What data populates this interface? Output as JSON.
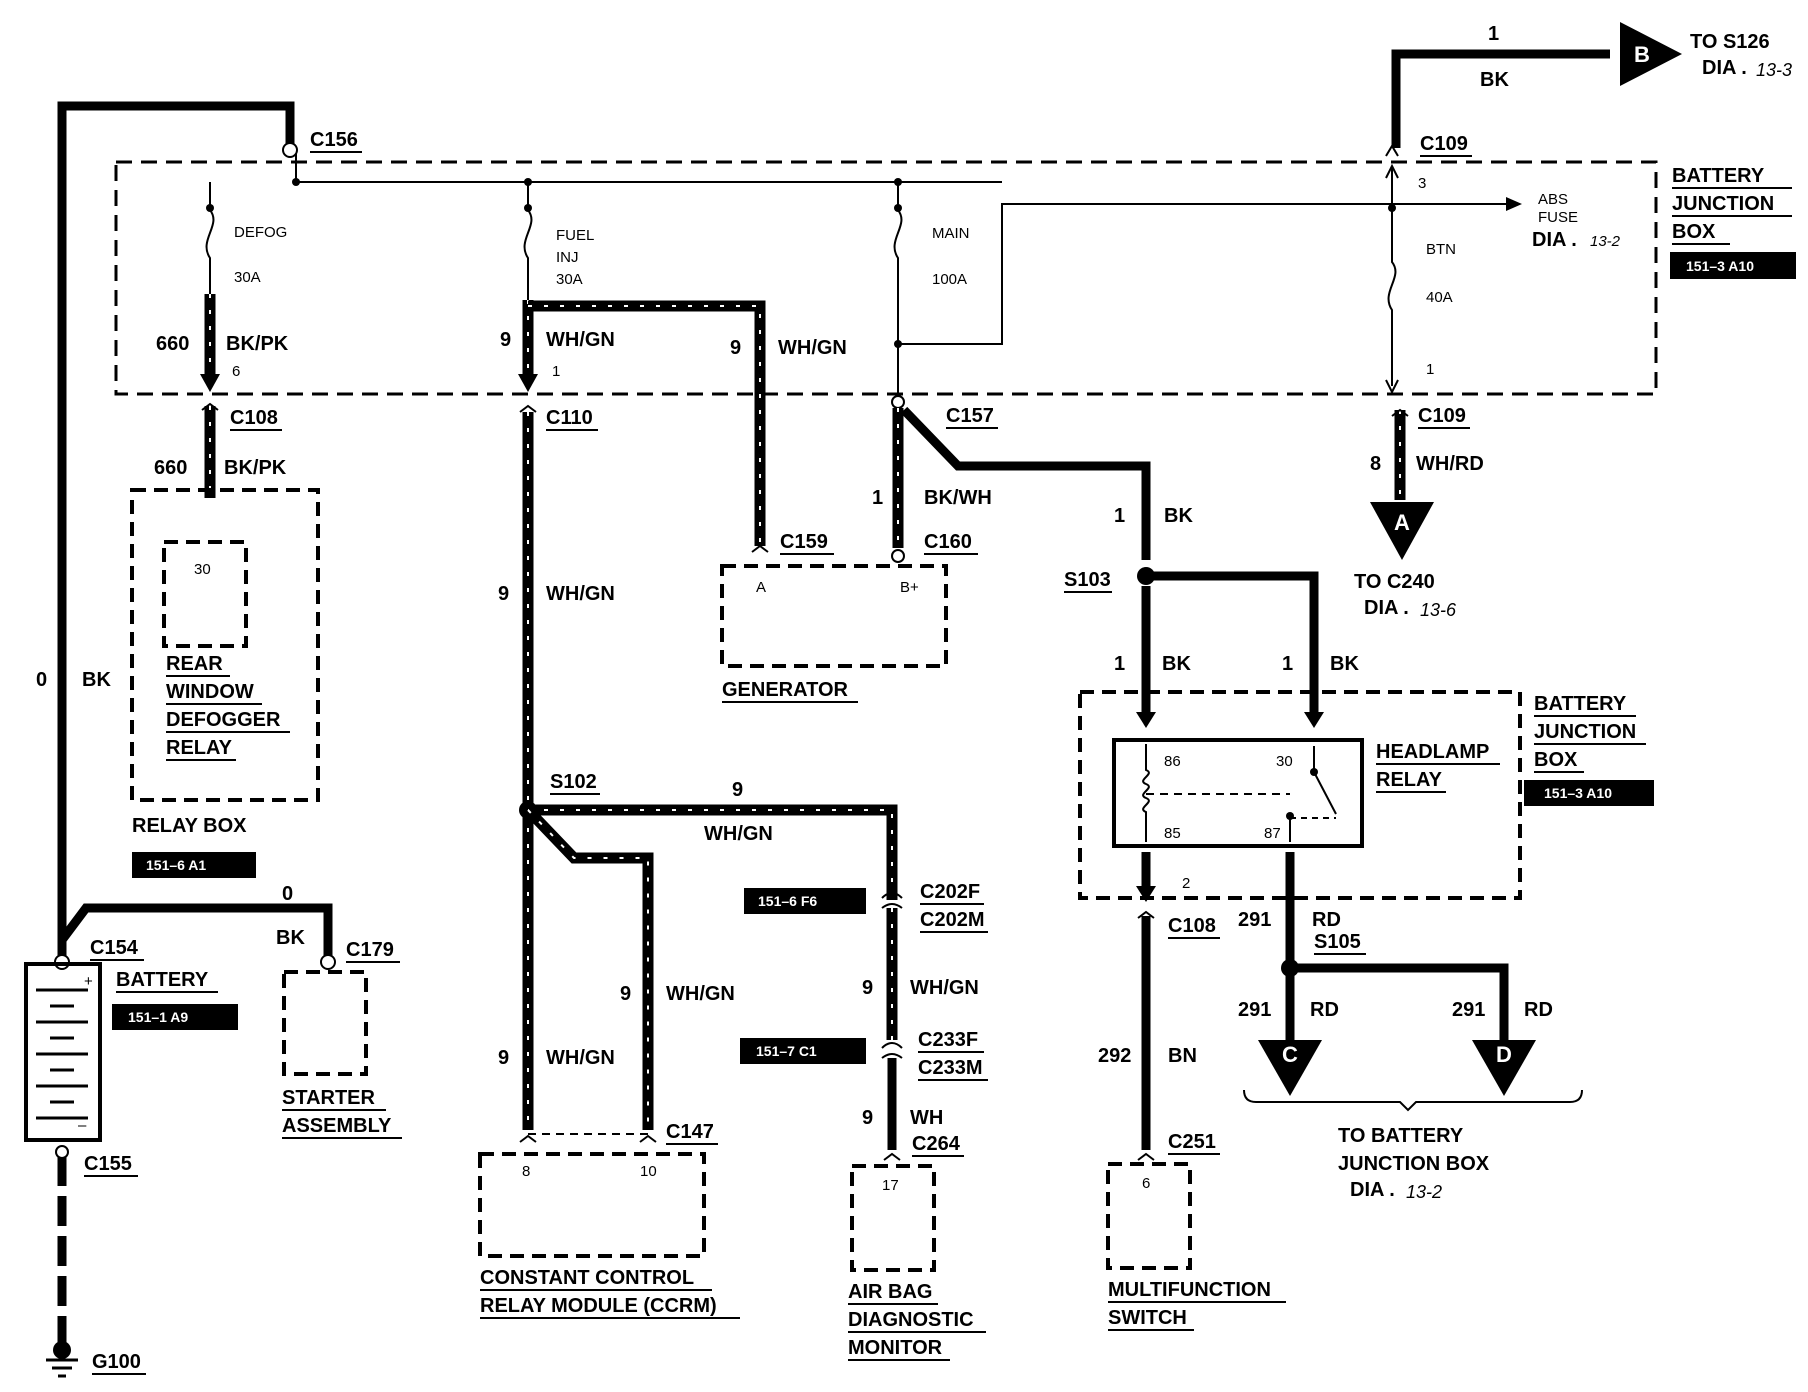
{
  "junction_box": {
    "title_lines": [
      "BATTERY",
      "JUNCTION",
      "BOX"
    ],
    "tag": "151–3 A10",
    "fuses": [
      {
        "name": "DEFOG",
        "rating": "30A",
        "pin": "6"
      },
      {
        "name_lines": [
          "FUEL",
          "INJ"
        ],
        "rating": "30A",
        "pin": "1"
      },
      {
        "name": "MAIN",
        "rating": "100A"
      },
      {
        "name": "BTN",
        "rating": "40A",
        "pin_top": "3",
        "pin_bottom": "1"
      }
    ],
    "abs_fuse": {
      "lines": [
        "ABS",
        "FUSE"
      ],
      "dia": "DIA .",
      "dia_num": "13-2"
    }
  },
  "connectors": {
    "c156": "C156",
    "c108": "C108",
    "c110": "C110",
    "c157": "C157",
    "c109_top": "C109",
    "c109_bot": "C109",
    "c159": "C159",
    "c160": "C160",
    "s103": "S103",
    "s102": "S102",
    "c202f": "C202F",
    "c202m": "C202M",
    "c233f": "C233F",
    "c233m": "C233M",
    "c264": "C264",
    "c147": "C147",
    "c154": "C154",
    "c179": "C179",
    "c155": "C155",
    "g100": "G100",
    "c108b": "C108",
    "s105": "S105",
    "c251": "C251"
  },
  "wires": {
    "w660a_num": "660",
    "w660a_col": "BK/PK",
    "w660b_num": "660",
    "w660b_col": "BK/PK",
    "w9a_num": "9",
    "w9a_col": "WH/GN",
    "w9b_num": "9",
    "w9b_col": "WH/GN",
    "w9c_num": "9",
    "w9c_col": "WH/GN",
    "w9d_num": "9",
    "w9d_col": "WH/GN",
    "w9e_num": "9",
    "w9e_col": "WH/GN",
    "w9f_num": "9",
    "w9f_col": "WH/GN",
    "w9g_num": "9",
    "w9g_col": "WH/GN",
    "w9h_num": "9",
    "w9h_col": "WH",
    "w1a_num": "1",
    "w1a_col": "BK/WH",
    "w1b_num": "1",
    "w1b_col": "BK",
    "w1c_num": "1",
    "w1c_col": "BK",
    "w1d_num": "1",
    "w1d_col": "BK",
    "w1e_num": "1",
    "w1e_col": "BK",
    "w8_num": "8",
    "w8_col": "WH/RD",
    "w0a_num": "0",
    "w0a_col": "BK",
    "w0b_num": "0",
    "w0b_col": "BK",
    "w291a_num": "291",
    "w291a_col": "RD",
    "w291b_num": "291",
    "w291b_col": "RD",
    "w291c_num": "291",
    "w291c_col": "RD",
    "w292_num": "292",
    "w292_col": "BN"
  },
  "components": {
    "relay_box": {
      "pin": "30",
      "name_lines": [
        "REAR",
        "WINDOW",
        "DEFOGGER",
        "RELAY"
      ],
      "box": "RELAY BOX",
      "tag": "151–6 A1"
    },
    "generator": {
      "pin_a": "A",
      "pin_b": "B+",
      "name": "GENERATOR"
    },
    "headlamp": {
      "name_lines": [
        "HEADLAMP",
        "RELAY"
      ],
      "pins": [
        "86",
        "30",
        "85",
        "87"
      ],
      "pin2": "2",
      "box_lines": [
        "BATTERY",
        "JUNCTION",
        "BOX"
      ],
      "tag": "151–3 A10"
    },
    "ccrm": {
      "pins": [
        "8",
        "10"
      ],
      "name_lines": [
        "CONSTANT CONTROL",
        "RELAY MODULE (CCRM)"
      ]
    },
    "airbag": {
      "pin": "17",
      "name_lines": [
        "AIR BAG",
        "DIAGNOSTIC",
        "MONITOR"
      ]
    },
    "multifunction": {
      "pin": "6",
      "name_lines": [
        "MULTIFUNCTION",
        "SWITCH"
      ]
    },
    "battery": {
      "name": "BATTERY",
      "tag": "151–1 A9",
      "plus": "+",
      "minus": "–"
    },
    "starter": {
      "name_lines": [
        "STARTER",
        "ASSEMBLY"
      ]
    }
  },
  "tags": {
    "t_f6": "151–6 F6",
    "t_c1": "151–7 C1"
  },
  "offpage": {
    "b": {
      "letter": "B",
      "num": "1",
      "col": "BK",
      "to_lines": [
        "TO S126",
        "DIA ."
      ],
      "dia_num": "13-3"
    },
    "a": {
      "letter": "A",
      "to_lines": [
        "TO C240",
        "DIA ."
      ],
      "dia_num": "13-6"
    },
    "c": {
      "letter": "C"
    },
    "d": {
      "letter": "D"
    },
    "cd_to_lines": [
      "TO BATTERY",
      "JUNCTION BOX",
      "DIA ."
    ],
    "cd_dia_num": "13-2"
  }
}
